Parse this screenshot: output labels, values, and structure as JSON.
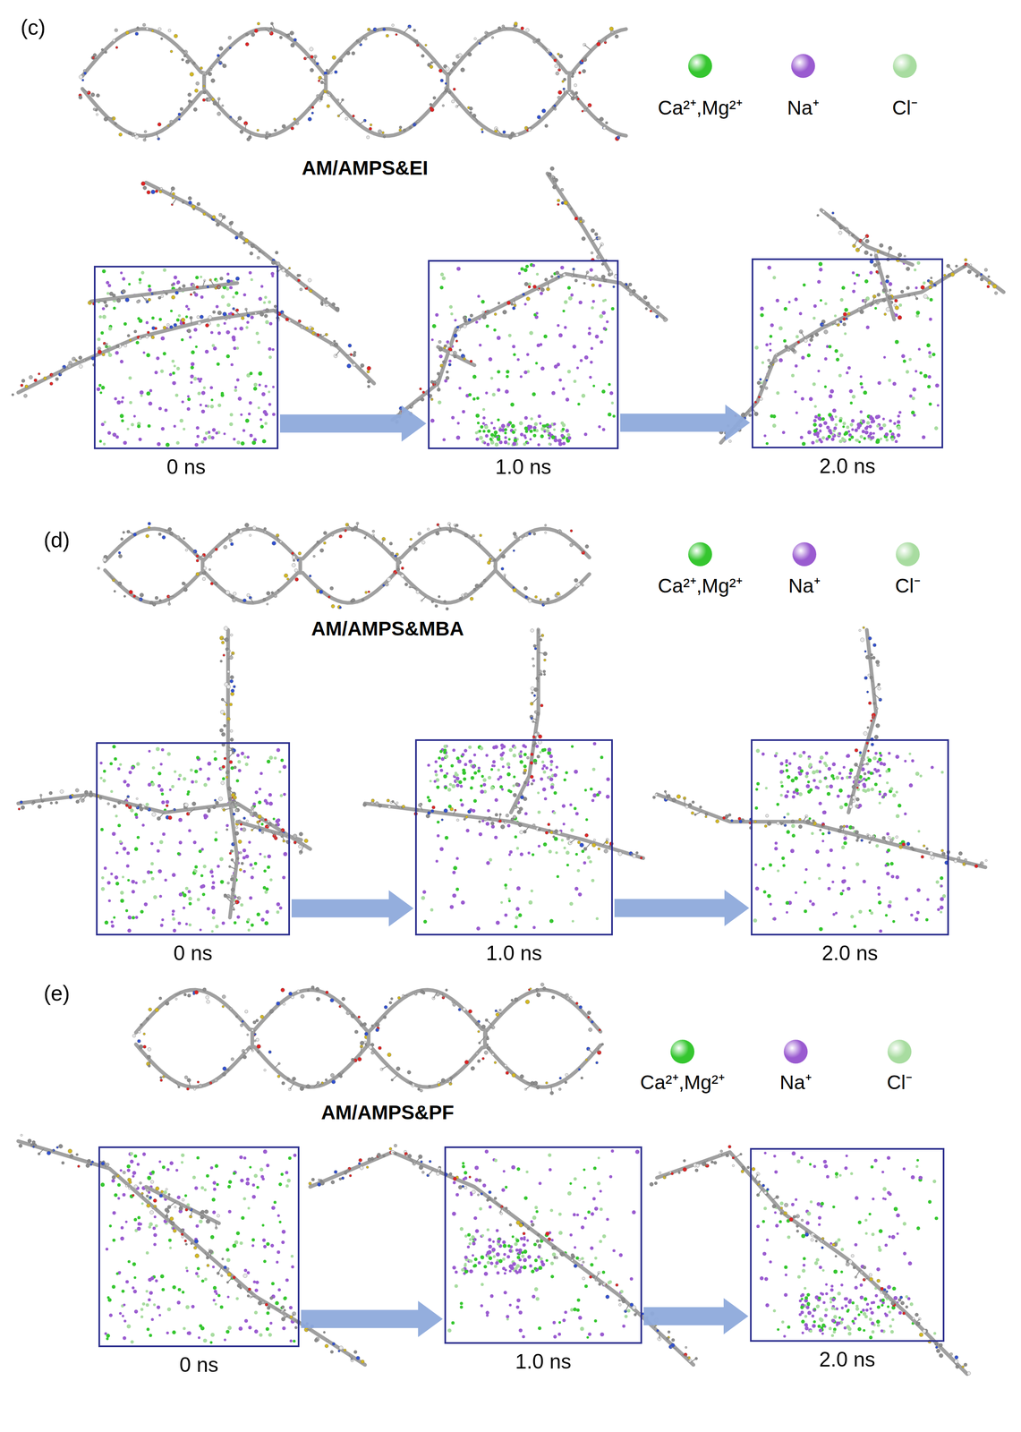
{
  "diagram": {
    "nodes": [
      {
        "text": [
          "0 ns"
        ]
      },
      {
        "text": [
          "1.0 ns"
        ]
      },
      {
        "text": [
          "2.0 ns"
        ]
      },
      {
        "text": [
          "0 ns"
        ]
      },
      {
        "text": [
          "1.0 ns"
        ]
      },
      {
        "text": [
          "2.0 ns"
        ]
      },
      {
        "text": [
          "0 ns"
        ]
      },
      {
        "text": [
          "1.0 ns"
        ]
      },
      {
        "text": [
          "2.0 ns"
        ]
      }
    ],
    "edges": [
      {
        "from": 0,
        "to": 1,
        "arrow": "to"
      },
      {
        "from": 1,
        "to": 2,
        "arrow": "to"
      },
      {
        "from": 3,
        "to": 4,
        "arrow": "to"
      },
      {
        "from": 4,
        "to": 5,
        "arrow": "to"
      },
      {
        "from": 6,
        "to": 7,
        "arrow": "to"
      },
      {
        "from": 7,
        "to": 8,
        "arrow": "to"
      }
    ],
    "labels": [
      "(c)",
      "AM/AMPS&EI",
      "(d)",
      "AM/AMPS&MBA",
      "(e)",
      "AM/AMPS&PF"
    ],
    "legend": [
      {
        "text": "Ca²⁺,Mg²⁺",
        "color": "#35c62f"
      },
      {
        "text": "Na⁺",
        "color": "#9a5bd0"
      },
      {
        "text": "Cl⁻",
        "color": "#a8dca0"
      },
      {
        "text": "Ca²⁺,Mg²⁺",
        "color": "#35c62f"
      },
      {
        "text": "Na⁺",
        "color": "#9a5bd0"
      },
      {
        "text": "Cl⁻",
        "color": "#a8dca0"
      },
      {
        "text": "Ca²⁺,Mg²⁺",
        "color": "#35c62f"
      },
      {
        "text": "Na⁺",
        "color": "#9a5bd0"
      },
      {
        "text": "Cl⁻",
        "color": "#a8dca0"
      }
    ]
  }
}
